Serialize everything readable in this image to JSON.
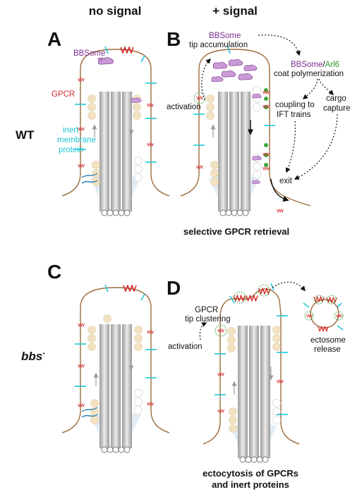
{
  "headers": {
    "left": "no signal",
    "right": "+ signal"
  },
  "rows": {
    "wt": "WT",
    "bbs": "bbs",
    "bbs_sup": "-"
  },
  "panels": {
    "a": "A",
    "b": "B",
    "c": "C",
    "d": "D"
  },
  "labels": {
    "bbsome": "BBSome",
    "gpcr": "GPCR",
    "inert1": "inert",
    "inert2": "membrane",
    "inert3": "protein",
    "b_tip1": "BBSome",
    "b_tip2": "tip accumulation",
    "b_coat_bbsome": "BBSome",
    "b_coat_slash": "/",
    "b_coat_arl6": "Arl6",
    "b_coat2": "coat polymerization",
    "b_activation": "activation",
    "b_coupling1": "coupling to",
    "b_coupling2": "IFT trains",
    "b_cargo1": "cargo",
    "b_cargo2": "capture",
    "b_exit": "exit",
    "d_gpcr1": "GPCR",
    "d_gpcr2": "tip clustering",
    "d_activation": "activation",
    "d_ecto1": "ectosome",
    "d_ecto2": "release"
  },
  "captions": {
    "b": "selective GPCR retrieval",
    "d1": "ectocytosis of GPCRs",
    "d2": "and inert proteins"
  },
  "colors": {
    "membrane": "#9b6b3c",
    "gpcr": "#d42a2a",
    "inert": "#1cc6d6",
    "bbsome": "#b07ac2",
    "arl6": "#3aa83a",
    "ift": "#f3e2c2",
    "axoneme": "#c8c8c8",
    "basal": "#2b7fb0"
  }
}
